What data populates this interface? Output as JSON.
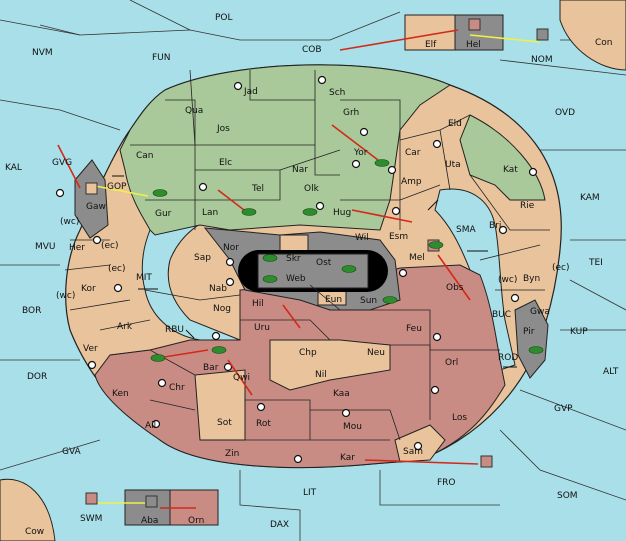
{
  "colors": {
    "sea": "#a9dfe9",
    "green": "#a9c99a",
    "tan": "#e8c39b",
    "red": "#c98c84",
    "gray": "#8c8c8c",
    "dark": "#7a7a7a",
    "arrow_red": "#d22a1a",
    "arrow_yellow": "#f0f04a"
  },
  "sea_labels": [
    "POL",
    "NVM",
    "FUN",
    "COB",
    "Con",
    "NOM",
    "OVD",
    "KAL",
    "GVG",
    "GOP",
    "KAM",
    "SMA",
    "TEI",
    "MVU",
    "MIT",
    "BOR",
    "RBU",
    "BUC",
    "KUP",
    "DOR",
    "ROD",
    "ALT",
    "GVP",
    "GVA",
    "FRO",
    "SOM",
    "SWM",
    "LIT",
    "Cow",
    "DAX"
  ],
  "land_labels": [
    "Jad",
    "Sch",
    "Qua",
    "Jos",
    "Grh",
    "Eld",
    "Can",
    "Elc",
    "Nar",
    "Yor",
    "Car",
    "Uta",
    "Kat",
    "Gaw",
    "Tel",
    "Olk",
    "Amp",
    "Gur",
    "Lan",
    "Hug",
    "Rie",
    "Bri",
    "Esm",
    "Wil",
    "Nor",
    "Skr",
    "Ost",
    "Mel",
    "Her",
    "Sap",
    "Web",
    "Byn",
    "Kor",
    "Nab",
    "Obs",
    "Gwa",
    "Sun",
    "Eun",
    "Hil",
    "Ark",
    "Nog",
    "Pir",
    "Uru",
    "Feu",
    "Ver",
    "Chp",
    "Neu",
    "Bar",
    "Qwi",
    "Orl",
    "Nil",
    "Ken",
    "Chr",
    "Kaa",
    "Ail",
    "Sot",
    "Rot",
    "Mou",
    "Los",
    "Zin",
    "Kar",
    "Sam",
    "Elf",
    "Hel",
    "Aba",
    "Orn",
    "(wc)",
    "(ec)",
    "(ec)",
    "(wc)",
    "(wc)",
    "(ec)"
  ]
}
